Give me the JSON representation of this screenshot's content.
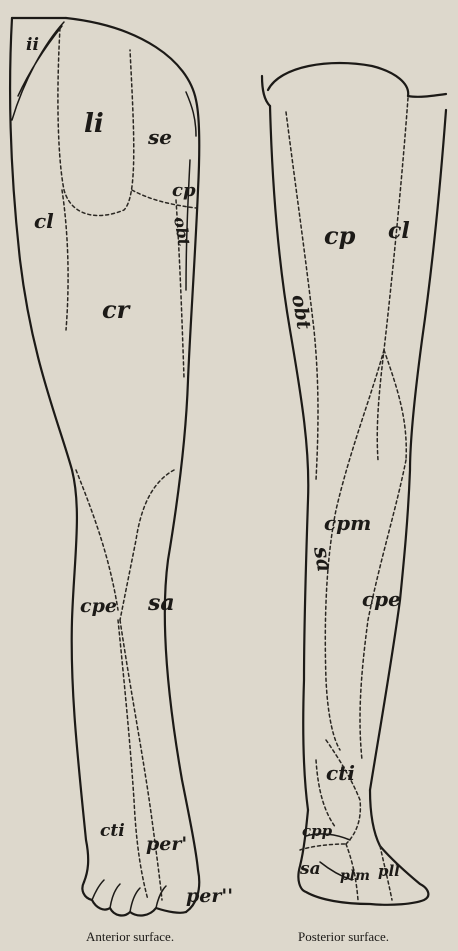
{
  "anterior": {
    "caption": "Anterior surface.",
    "labels": {
      "ii": "ii",
      "li": "li",
      "se": "se",
      "cp": "cp",
      "obt": "obt",
      "cl": "cl",
      "cr": "cr",
      "cpe": "cpe",
      "sa": "sa",
      "cti": "cti",
      "per1": "per'",
      "per2": "per''"
    }
  },
  "posterior": {
    "caption": "Posterior surface.",
    "labels": {
      "cp": "cp",
      "cl": "cl",
      "obt": "obt",
      "cpm": "cpm",
      "sa": "sa",
      "cpe": "cpe",
      "cti": "cti",
      "cpp": "cpp",
      "sa_foot": "sa",
      "plm": "plm",
      "pll": "pll"
    }
  }
}
